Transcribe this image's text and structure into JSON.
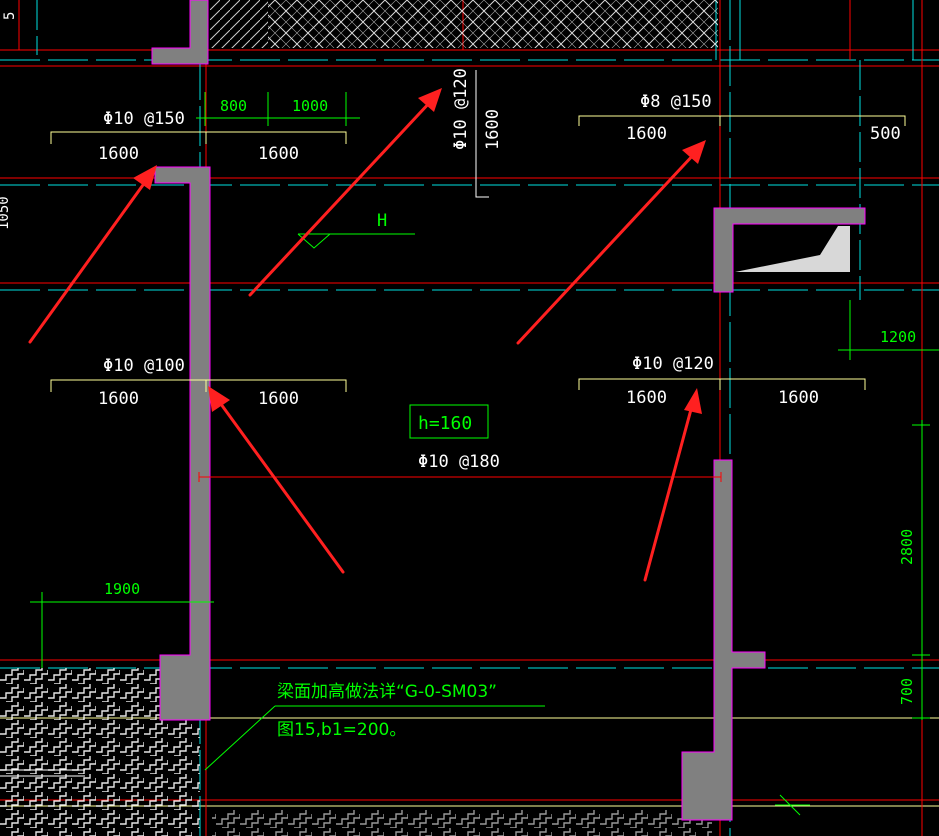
{
  "colors": {
    "background": "#000000",
    "wall_fill": "#808080",
    "wall_outline": "#ff00ff",
    "rebar_text": "#ffffff",
    "dim_line_yellow": "#ffff99",
    "grid_red": "#ff0000",
    "grid_cyan": "#00e0e0",
    "annotation_green": "#00ff00",
    "arrow": "#ff2020",
    "hatch": "#ffffff"
  },
  "rebar_labels": {
    "top_left": "Φ10 @150",
    "top_left_vertical": "Φ10 @120",
    "top_right": "Φ8 @150",
    "mid_left": "Φ10 @100",
    "mid_right": "Φ10 @120",
    "slab": "Φ10 @180"
  },
  "dimensions": {
    "top_left_a": "1600",
    "top_left_b": "1600",
    "top_vertical_len": "1600",
    "top_right_a": "1600",
    "top_right_b": "500",
    "mid_left_a": "1600",
    "mid_left_b": "1600",
    "mid_right_a": "1600",
    "mid_right_b": "1600",
    "green_800": "800",
    "green_1000": "1000",
    "green_1900": "1900",
    "green_1200": "1200",
    "green_2800": "2800",
    "green_700": "700"
  },
  "slab": {
    "thickness_label": "h=160",
    "level_marker": "H"
  },
  "note": {
    "line1": "梁面加高做法详“G-0-SM03”",
    "line2": "图15,b1=200。"
  },
  "edge_fragments": {
    "top_left_clip": "5",
    "left_clip": "1050"
  },
  "icons": {
    "arrow": "red-annotation-arrow-icon",
    "level": "level-triangle-icon"
  }
}
